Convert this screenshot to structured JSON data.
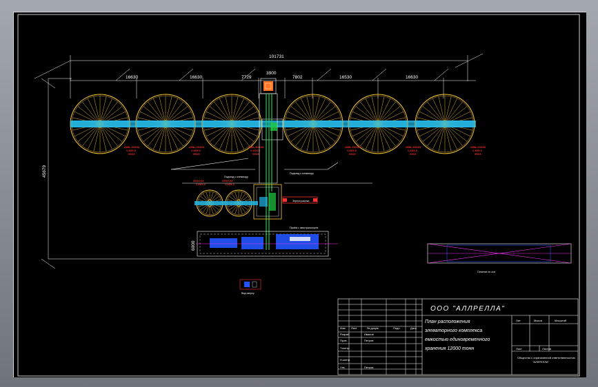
{
  "dimensions": {
    "overall_width": "101731",
    "overall_height": "45679",
    "span_1": "16630",
    "span_2": "16630",
    "span_3": "7729",
    "span_4": "3900",
    "span_5": "7802",
    "span_6": "16530",
    "span_7": "16630",
    "conveyor_length": "6000"
  },
  "silo_labels": [
    {
      "line1": "2XBL-XXXXX",
      "line2": "V-XXX-0",
      "line3": "XXXX"
    },
    {
      "line1": "2XBL-XXXXX",
      "line2": "V-XXX-0",
      "line3": "XXXX"
    },
    {
      "line1": "2XBL-XXXXX",
      "line2": "V-XXX-0",
      "line3": "XXXX"
    },
    {
      "line1": "2XBL-XXXXX",
      "line2": "V-XXX-0",
      "line3": "XXXX"
    },
    {
      "line1": "2XBL-XXXXX",
      "line2": "V-XXX-0",
      "line3": "XXXX"
    },
    {
      "line1": "2XBL-XXXXX",
      "line2": "V-XXX-0",
      "line3": "XXXX"
    }
  ],
  "small_silo_labels": [
    {
      "line1": "XXXX-XX",
      "line2": "V-XXX-0"
    },
    {
      "line1": "XXXX-XX",
      "line2": "V-XXX-0"
    }
  ],
  "annotations": {
    "road_left": "Подъезд к элеватору",
    "road_right": "Подъезд к элеватору",
    "dryer": "Зерносушилка",
    "intake": "Приём с автотранспорта",
    "section_label": "Сечение по оси",
    "small_view_label": "Вид сверху"
  },
  "title_block": {
    "company": "ООО \"АЛЛРЕЛЛА\"",
    "title_lines": [
      "План расположения",
      "элеваторного комплекса",
      "емкостью единовременного",
      "хранения 12000 тонн"
    ],
    "col_headers": [
      "Изм.",
      "Лист",
      "№ докум.",
      "Подп.",
      "Дата"
    ],
    "row_labels": [
      "Разраб.",
      "Пров.",
      "Т.контр.",
      "Н.контр.",
      "Утв."
    ],
    "row_names": [
      "Иванов",
      "Петров",
      "",
      "",
      "Петров"
    ],
    "right_headers": [
      "Лит.",
      "Масса",
      "Масштаб"
    ],
    "sheet_labels": [
      "Лист",
      "Листов"
    ],
    "company_footer_1": "Общество с ограниченной ответственностью",
    "company_footer_2": "\"АЛЛРЕЛЛА\""
  },
  "colors": {
    "background": "#000000",
    "silo": "#ffcc33",
    "conveyor": "#22b8e8",
    "building": "#ffffff",
    "gallery": "#22cc44",
    "vehicle": "#2255ff",
    "dryer": "#ff3333",
    "dim_line": "#ffffff",
    "section": "#ff33ff"
  }
}
